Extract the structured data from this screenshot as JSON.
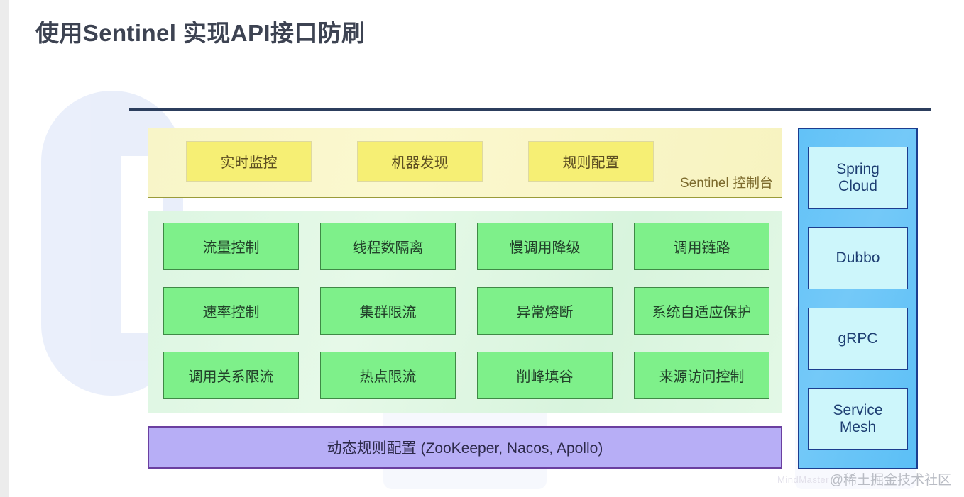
{
  "page": {
    "title": "使用Sentinel 实现API接口防刷",
    "watermark": "@稀土掘金技术社区",
    "watermark_faint": "MindMaster"
  },
  "colors": {
    "title_text": "#3d4352",
    "divider": "#2c3e5d",
    "console_panel_bg": "#faf7cb",
    "console_panel_border": "#9a9b3a",
    "console_box_bg": "#f6ef74",
    "core_panel_bg": "#e0f7e4",
    "core_panel_border": "#5c9a4f",
    "core_box_bg": "#7ef08a",
    "core_box_border": "#3f8a46",
    "rules_bar_bg": "#b7aef6",
    "rules_bar_border": "#6b3fa0",
    "adapter_panel_bg": "#69c5f7",
    "adapter_panel_border": "#1c3d8f",
    "adapter_box_bg": "#cdf6fb"
  },
  "console": {
    "label": "Sentinel 控制台",
    "boxes": [
      {
        "label": "实时监控"
      },
      {
        "label": "机器发现"
      },
      {
        "label": "规则配置"
      }
    ]
  },
  "core": {
    "boxes": [
      {
        "label": "流量控制"
      },
      {
        "label": "线程数隔离"
      },
      {
        "label": "慢调用降级"
      },
      {
        "label": "调用链路"
      },
      {
        "label": "速率控制"
      },
      {
        "label": "集群限流"
      },
      {
        "label": "异常熔断"
      },
      {
        "label": "系统自适应保护"
      },
      {
        "label": "调用关系限流"
      },
      {
        "label": "热点限流"
      },
      {
        "label": "削峰填谷"
      },
      {
        "label": "来源访问控制"
      }
    ]
  },
  "rules": {
    "label": "动态规则配置 (ZooKeeper, Nacos, Apollo)"
  },
  "adapters": {
    "boxes": [
      {
        "label": "Spring\nCloud"
      },
      {
        "label": "Dubbo"
      },
      {
        "label": "gRPC"
      },
      {
        "label": "Service\nMesh"
      }
    ]
  }
}
